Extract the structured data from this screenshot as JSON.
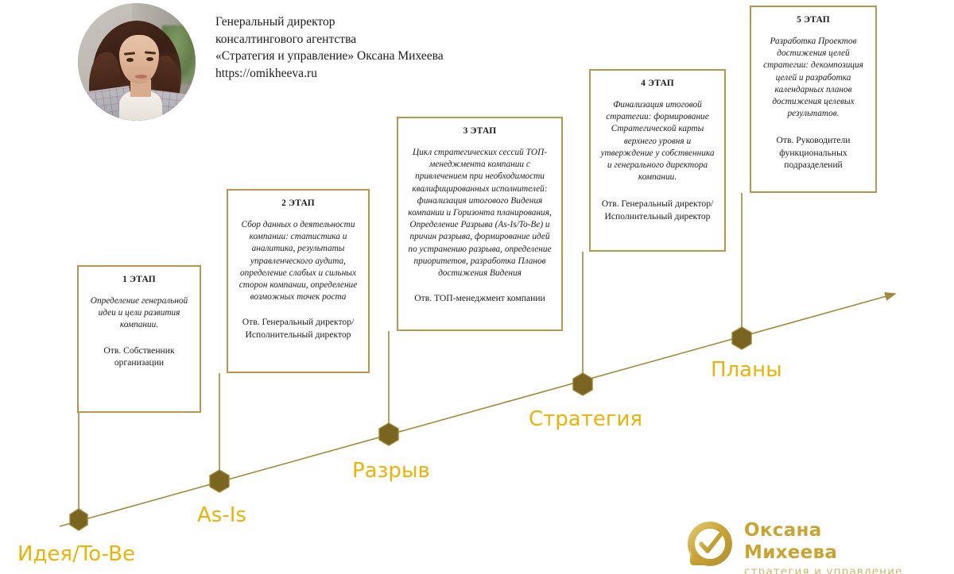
{
  "colors": {
    "box_border": "#b8964a",
    "arrow": "#a08a37",
    "hexagon_fill": "#7a6520",
    "hexagon_stroke": "#9c8430",
    "milestone_label": "#eab308",
    "logo_gold": "#c8a431",
    "logo_tagline": "#cdb567",
    "text": "#1b1b1b"
  },
  "header": {
    "portrait_alt": "portrait-photo-oksana-mikheeva",
    "lines": [
      "Генеральный директор",
      "консалтингового агентства",
      "«Стратегия и управление» Оксана Михеева",
      "https://omikheeva.ru"
    ]
  },
  "stages": [
    {
      "title": "1 ЭТАП",
      "description": "Определение генеральной идеи и цели развития компании.",
      "responsible": "Отв. Собственник организации",
      "milestone": "Идея/To-Be"
    },
    {
      "title": "2 ЭТАП",
      "description": "Сбор данных о деятельности компании: статистика и аналитика, результаты управленческого аудита, определение слабых и сильных сторон компании, определение возможных точек роста",
      "responsible": "Отв. Генеральный директор/Исполнительный директор",
      "milestone": "As-Is"
    },
    {
      "title": "3 ЭТАП",
      "description": "Цикл стратегических сессий ТОП-менеджмента компании с привлечением при необходимости квалифицированных исполнителей: финализация итогового Видения компании и Горизонта планирования, Определение Разрыва (As-Is/To-Be) и причин разрыва, формирование идей по устранению разрыва, определение приоритетов, разработка Планов достижения Видения",
      "responsible": "Отв. ТОП-менеджмент компании",
      "milestone": "Разрыв"
    },
    {
      "title": "4 ЭТАП",
      "description": "Финализация итоговой стратегии: формирование Стратегической карты верхнего уровня и утверждение у собственника и генерального директора компании.",
      "responsible": "Отв. Генеральный директор/Исполнительный директор",
      "milestone": "Стратегия"
    },
    {
      "title": "5 ЭТАП",
      "description": "Разработка Проектов достижения целей стратегии: декомпозиция целей и разработка календарных планов достижения целевых результатов.",
      "responsible": "Отв. Руководители функциональных подразделений",
      "milestone": "Планы"
    }
  ],
  "logo": {
    "name": "Оксана Михеева",
    "tagline": "стратегия и управление",
    "mark": "circle-check-logo-icon"
  }
}
